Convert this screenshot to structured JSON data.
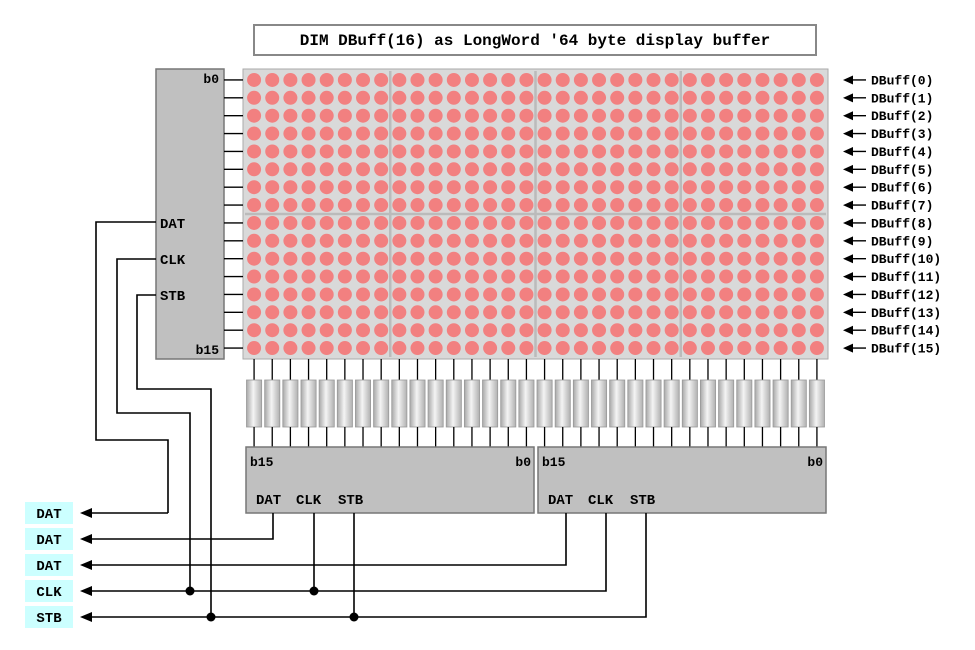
{
  "title": "DIM DBuff(16) as LongWord '64 byte display buffer",
  "row_driver": {
    "top_label": "b0",
    "bottom_label": "b15",
    "pins": [
      "DAT",
      "CLK",
      "STB"
    ]
  },
  "buffer_labels": [
    "DBuff(0)",
    "DBuff(1)",
    "DBuff(2)",
    "DBuff(3)",
    "DBuff(4)",
    "DBuff(5)",
    "DBuff(6)",
    "DBuff(7)",
    "DBuff(8)",
    "DBuff(9)",
    "DBuff(10)",
    "DBuff(11)",
    "DBuff(12)",
    "DBuff(13)",
    "DBuff(14)",
    "DBuff(15)"
  ],
  "column_drivers": [
    {
      "left_label": "b15",
      "right_label": "b0",
      "pins": [
        "DAT",
        "CLK",
        "STB"
      ]
    },
    {
      "left_label": "b15",
      "right_label": "b0",
      "pins": [
        "DAT",
        "CLK",
        "STB"
      ]
    }
  ],
  "output_labels": [
    "DAT",
    "DAT",
    "DAT",
    "CLK",
    "STB"
  ],
  "matrix": {
    "rows": 16,
    "cols": 32,
    "led_color": "#f28080",
    "panel_color": "#d9d9d9"
  },
  "colors": {
    "driver_fill": "#c0c0c0",
    "label_bg": "#ccffff",
    "wire": "#000000"
  }
}
